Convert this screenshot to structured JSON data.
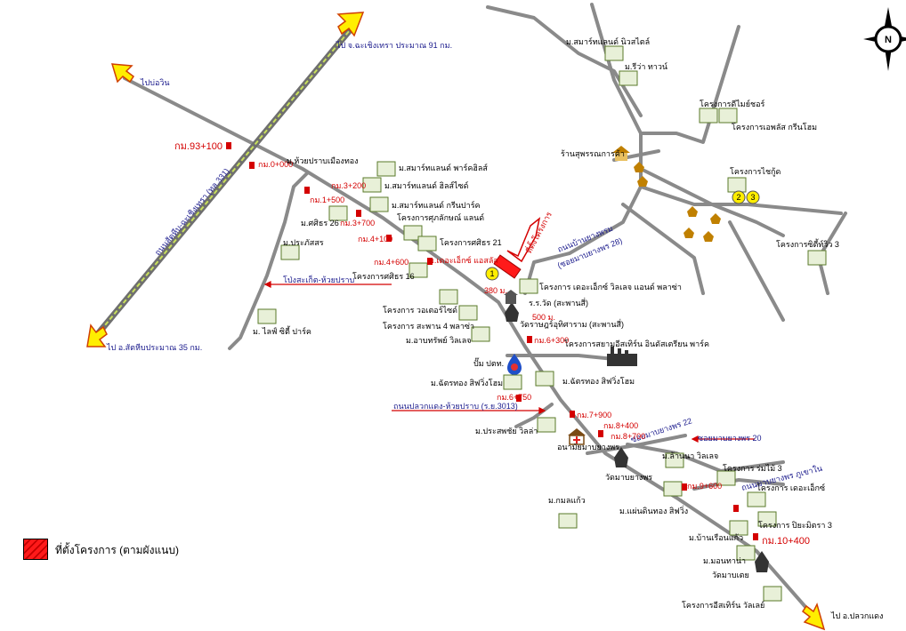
{
  "directions": {
    "chachoengsao": "ไป จ.ฉะเชิงเทรา ประมาณ 91 กม.",
    "bo_win": "ไปบ่อวิน",
    "sattahip": "ไป อ.สัตหีบประมาณ 35 กม.",
    "plaeng_kaeng": "ไป อ.ปลวกแดง"
  },
  "roads": {
    "highway_331": "ถนนสัตหีบ-ฉะเชิงเทรา (ทล.331)",
    "pong_sa_ket": "โป่งสะเก็ต-ห้วยปราบ",
    "plaeng_huaiprab": "ถนนปลวกแดง-ห้วยปราบ (ร.ย.3013)",
    "ban_yang_phon": "ถนนบ้านยางพรม",
    "soi_yang_phon_28": "(ซอยมาบยางพร 28)",
    "soi_22": "ซอยมาบยางพร 22",
    "soi_20": "ซอยมาบยางพร 20",
    "soi_small": "ถนนมาบยางพร ภูเขาใน"
  },
  "km_markers": {
    "km93": "กม.93+100",
    "km0": "กม.0+000",
    "km1": "กม.1+500",
    "km3_200": "กม.3+200",
    "km3_700": "กม.3+700",
    "km4_100": "กม.4+100",
    "km4_600": "กม.4+600",
    "km6_300": "กม.6+300",
    "km6_750": "กม.6+750",
    "km7_900": "กม.7+900",
    "km8_400": "กม.8+400",
    "km8_700": "กม.8+700",
    "km9_600": "กม.9+600",
    "km10_400": "กม.10+400",
    "dist_380": "380 ม.",
    "dist_500": "500 ม."
  },
  "places": {
    "smart_land_new_style": "ม.สมาร์ทแลนด์ นิวสไตล์",
    "riva_town": "ม.รีว่า ทาวน์",
    "project_dinmai": "โครงการดีไมย์ชอร์",
    "project_green_home": "โครงการเอพลัส กรีนโฮม",
    "supan_store": "ร้านสุพรรณการค้า",
    "project_yokothai": "โครงการไชกู้ด",
    "project_cityview": "โครงการซิตี้ท์วิว 3",
    "huai_prab": "ม.ห้วยปราบเมืองทอง",
    "smart_park_hill": "ม.สมาร์ทแลนด์ พาร์คฮิลส์",
    "smart_hill_side": "ม.สมาร์ทแลนด์ ฮิลส์ไซด์",
    "smart_green_park": "ม.สมาร์ทแลนด์ กรีนปาร์ค",
    "sukkasem": "โครงการศุภลักษณ์ แลนด์",
    "sirin_26": "ม.ศศิธร 26",
    "sirin_21": "โครงการศศิธร 21",
    "prakotsorn": "ม.ประภัสสร",
    "excellent_land": "ม.เดอะเอ็กซ์ แอสลัส",
    "sirin_16": "โครงการศศิธร 16",
    "the_x_village": "โครงการ เดอะเอ็กซ์ วิลเลจ แอนด์ พลาซ่า",
    "wat_school": "ร.ร.วัด (สะพานสี่)",
    "waterside": "โครงการ วอเตอร์ไซด์",
    "saphan4": "โครงการ สะพาน 4 พลาซ่า",
    "wat_saphan": "วัดราษฎร์อุทิศาราม (สะพานสี่)",
    "life_city_park": "ม. ไลฟ์ ซิตี้ ปาร์ค",
    "amarin_village": "ม.อาบทรัพย์ วิลเลจ",
    "siam_eastern": "โครงการสยามอีสเทิร์น อินดัสเตรียน พาร์ค",
    "ptt": "ปั๊ม ปตท.",
    "chatthong_a": "ม.ฉัตรทอง สิฟวิ่งโฮม",
    "chatthong_b": "ม.ฉัตรทอง สิฟวิ่งโฮม",
    "prasong_villa": "ม.ประสพชัย วิลล่า",
    "health_center": "อนามัยมาบยางพร",
    "lanna_village": "ม.ล้านนา วิลเลจ",
    "wat_mab": "วัดมาบยางพร",
    "rom_mai_3": "โครงการ ร่มไม้ 3",
    "the_x_2": "โครงการ เดอะเอ็กซ์",
    "kamonkaew": "ม.กมลแก้ว",
    "phaen_din": "ม.แผ่นดินทอง สิฟวิ่ง",
    "piyamit": "โครงการ ปิยะมิตรา 3",
    "ruen_kaew": "ม.บ้านเรือนแก้ว",
    "mon_manee": "ม.มอนทาน่า",
    "wat_mab_tae": "วัดมาบเตย",
    "eastern_village": "โครงการอีสเทิร์น วัลเลย์"
  },
  "project_label": "ที่ตั้งโครงการ",
  "project_circle": "1",
  "circle_2": "2",
  "circle_3": "3",
  "legend": {
    "text": "ที่ตั้งโครงการ (ตามผังแนบ)"
  },
  "compass": {
    "letter": "N"
  },
  "colors": {
    "road": "#8a8a8a",
    "highway": "#6f6f6f",
    "highway_dash": "#c8e05a",
    "arrow_fill": "#ffee00",
    "arrow_stroke": "#d04000",
    "marker": "#ff1a1a"
  }
}
